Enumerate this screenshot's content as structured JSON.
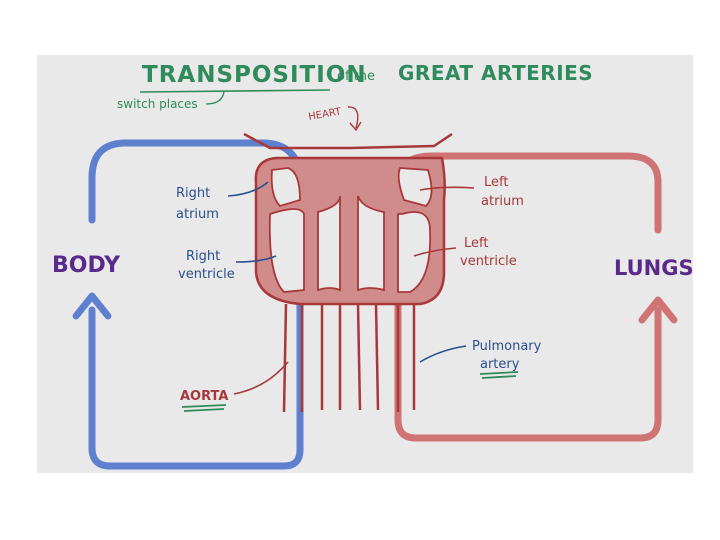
{
  "title": {
    "main_a": "Transposition",
    "main_b": "of the",
    "main_c": "Great Arteries",
    "subnote": "switch places"
  },
  "labels": {
    "heart": "Heart",
    "body": "Body",
    "lungs": "Lungs",
    "right_atrium_1": "Right",
    "right_atrium_2": "atrium",
    "right_ventricle_1": "Right",
    "right_ventricle_2": "ventricle",
    "left_atrium_1": "Left",
    "left_atrium_2": "atrium",
    "left_ventricle_1": "Left",
    "left_ventricle_2": "ventricle",
    "aorta": "AORTA",
    "pulmonary_1": "Pulmonary",
    "pulmonary_2": "artery"
  },
  "colors": {
    "canvas": "#e9e9e9",
    "title_green": "#2f8a5c",
    "heart_red": "#a8383a",
    "heart_fill": "#cf8c8a",
    "right_label_blue": "#2c4f8e",
    "body_loop_blue": "#5f7fcf",
    "lungs_loop_red": "#cf7373",
    "purple": "#5a2a8a"
  }
}
